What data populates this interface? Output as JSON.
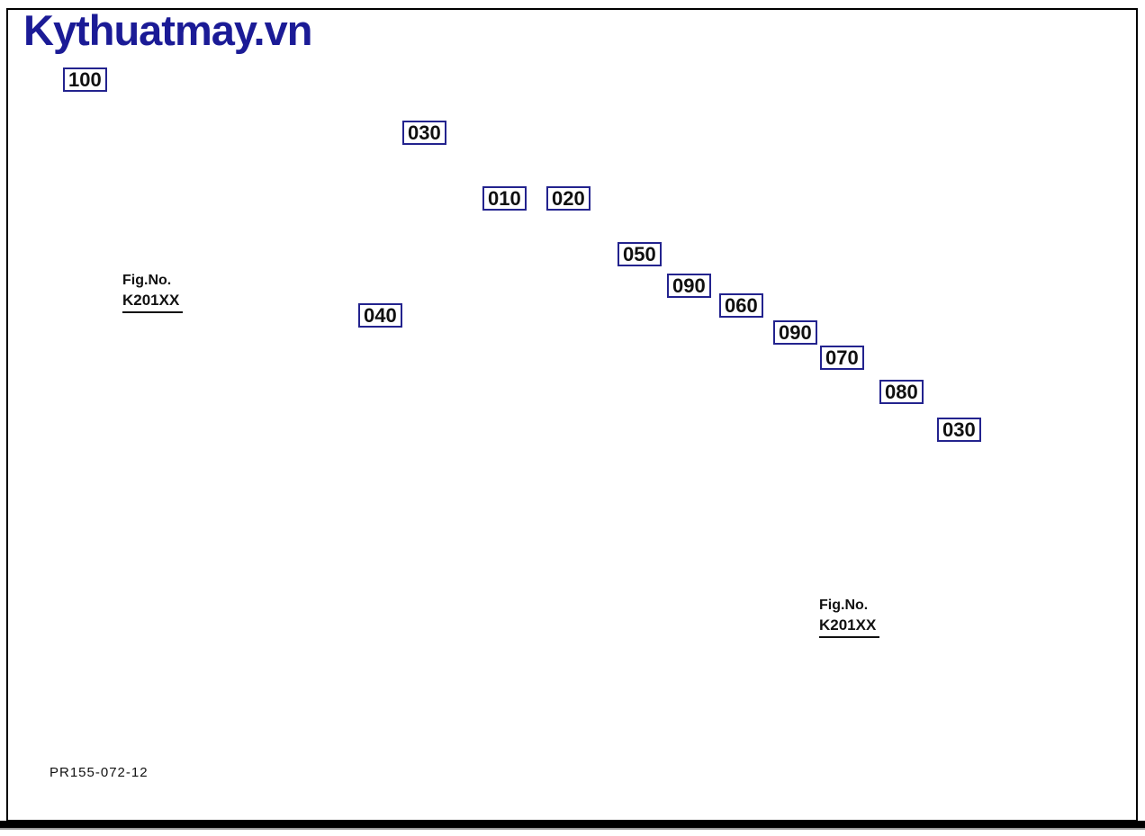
{
  "site": {
    "logo_text": "Kythuatmay.vn"
  },
  "diagram": {
    "fig_label": "Fig.No.",
    "fig_code": "K201XX",
    "drawing_code": "PR155-072-12",
    "callouts": [
      "100",
      "030",
      "010",
      "020",
      "050",
      "090",
      "060",
      "090",
      "070",
      "080",
      "030",
      "040"
    ]
  },
  "icons": {
    "direction_arrow": "3d-block-arrow-upper-left"
  },
  "colors": {
    "logo_blue": "#1b1b96",
    "callout_border": "#23238e",
    "line": "#1a1a1a"
  }
}
